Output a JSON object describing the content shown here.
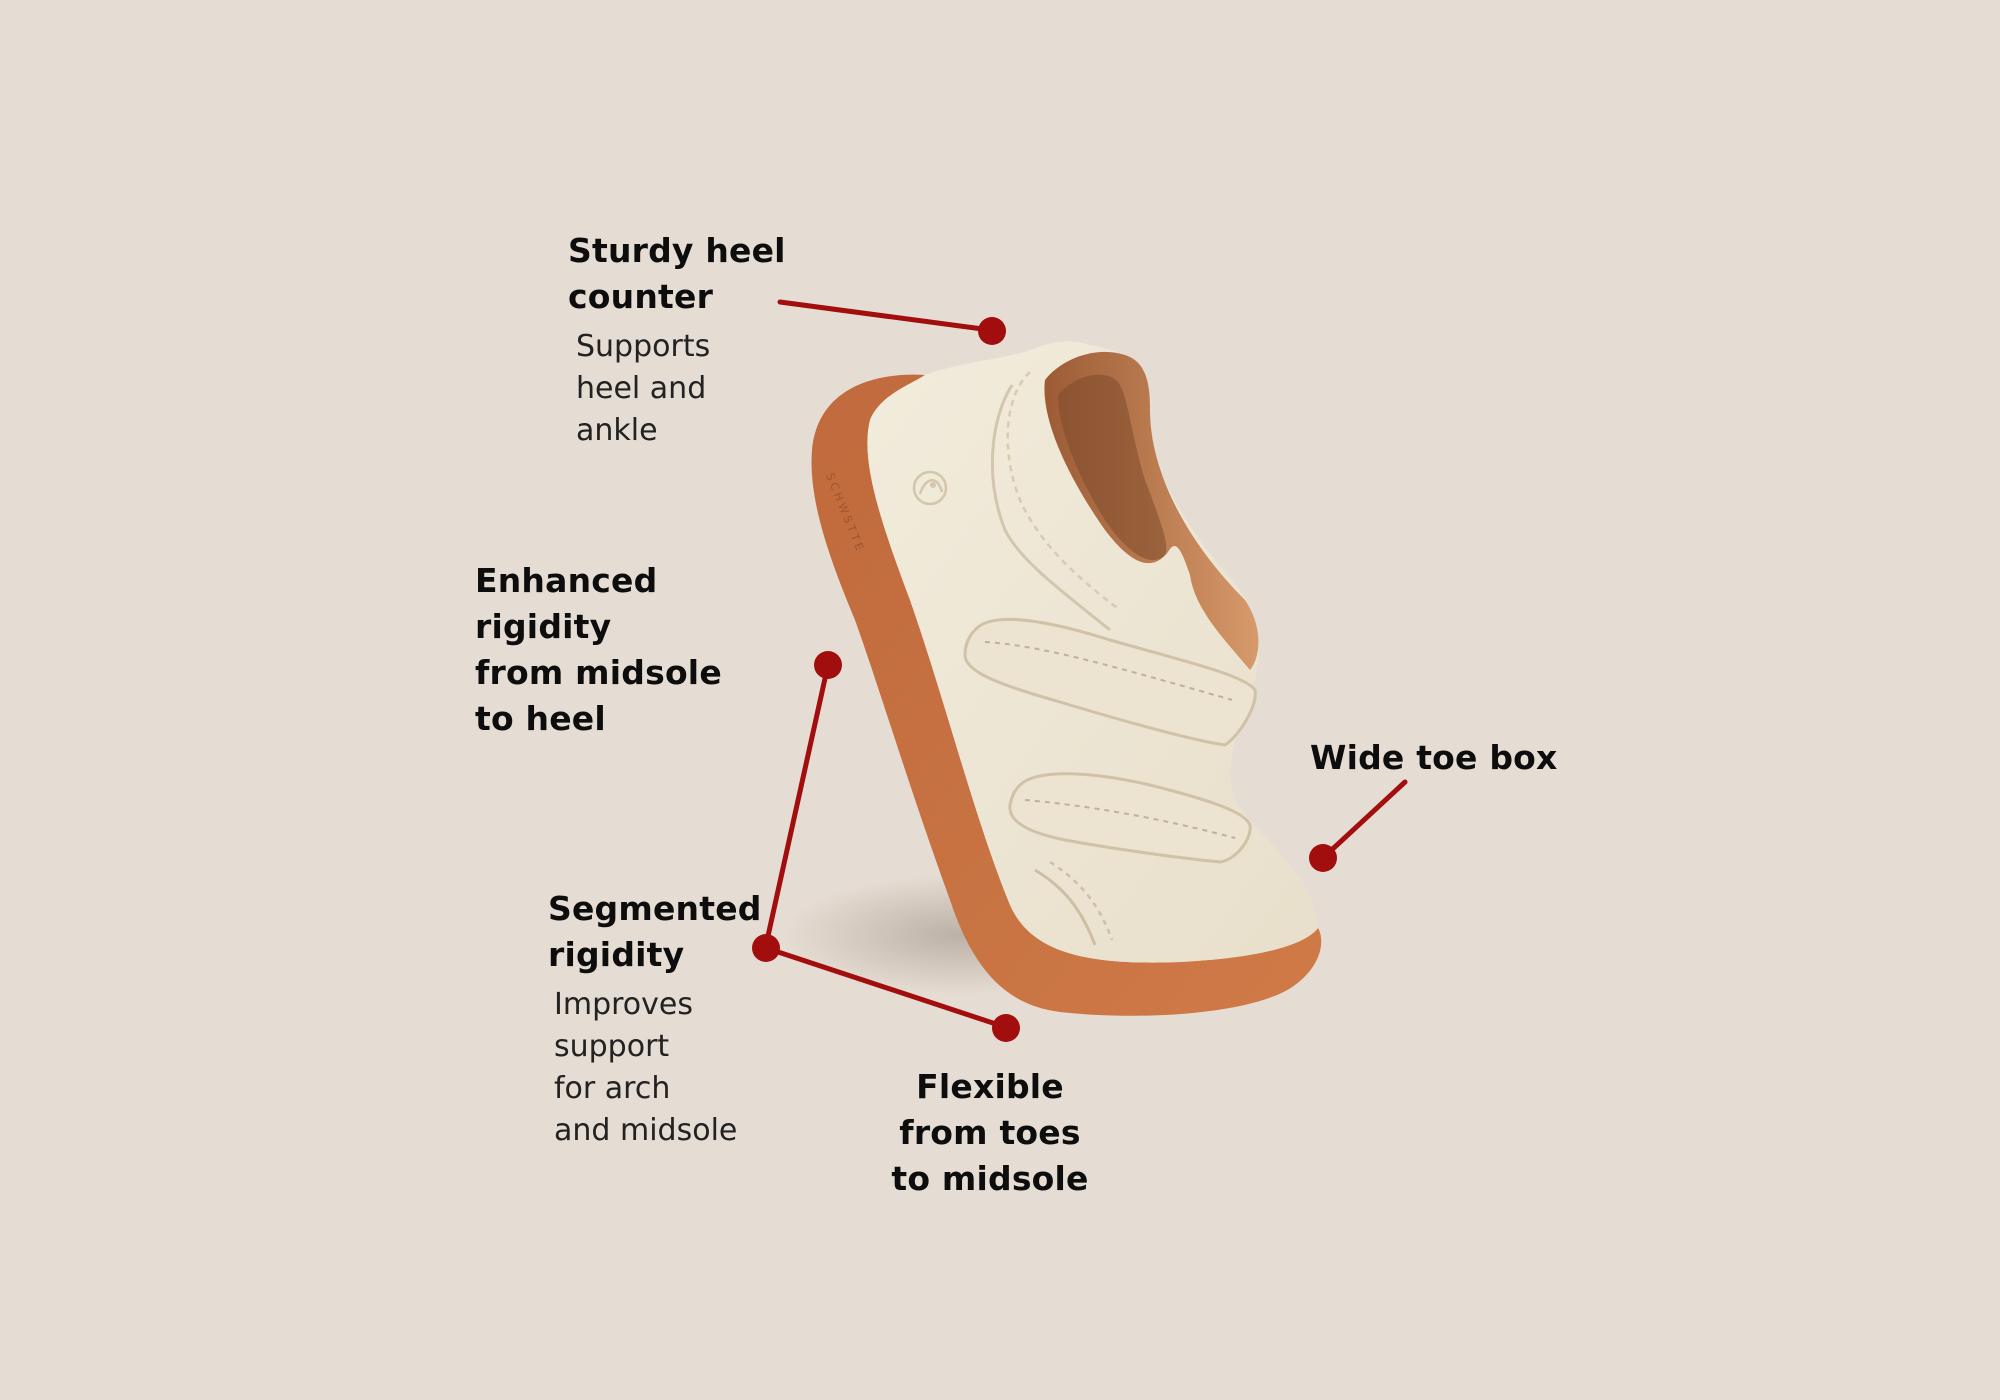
{
  "colors": {
    "background": "#e5dcd3",
    "accent": "#a20d0d",
    "sole": "#c9703f",
    "upper": "#efe7d6",
    "lining": "#c98a5d"
  },
  "callouts": {
    "heel_counter": {
      "title_line1": "Sturdy heel",
      "title_line2": "counter",
      "desc_line1": "Supports",
      "desc_line2": "heel and",
      "desc_line3": "ankle"
    },
    "rigidity": {
      "title_line1": "Enhanced",
      "title_line2": "rigidity",
      "title_line3": "from midsole",
      "title_line4": "to heel"
    },
    "toe_box": {
      "title_line1": "Wide toe box"
    },
    "segmented": {
      "title_line1": "Segmented",
      "title_line2": "rigidity",
      "desc_line1": "Improves",
      "desc_line2": "support",
      "desc_line3": "for arch",
      "desc_line4": "and midsole"
    },
    "flexible": {
      "title_line1": "Flexible",
      "title_line2": "from toes",
      "title_line3": "to midsole"
    }
  },
  "shoe": {
    "brand_mark": "SCHWSTTE"
  }
}
